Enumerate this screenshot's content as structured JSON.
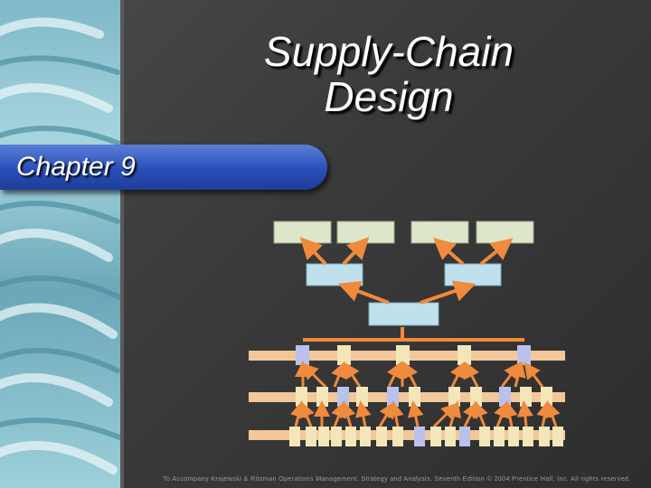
{
  "slide": {
    "title_line1": "Supply-Chain",
    "title_line2": "Design",
    "subtitle": "Chapter 9",
    "footer": "To Accompany Krajewski & Ritzman Operations Management: Strategy and Analysis, Seventh Edition © 2004 Prentice Hall, Inc. All rights reserved."
  },
  "colors": {
    "background": "#3c3c3c",
    "left_panel": "#8cc5d2",
    "subtitle_bar": "#2e55c0",
    "supplier_box": "#dde6c8",
    "distributor_box": "#bfe1ee",
    "rail": "#f2c79a",
    "tier_box_cream": "#f3e6b8",
    "tier_box_blue": "#b9c2ec",
    "arrow": "#f08a3c"
  },
  "icons": [
    "decorative-swoosh-icon",
    "supply-chain-network-diagram"
  ]
}
